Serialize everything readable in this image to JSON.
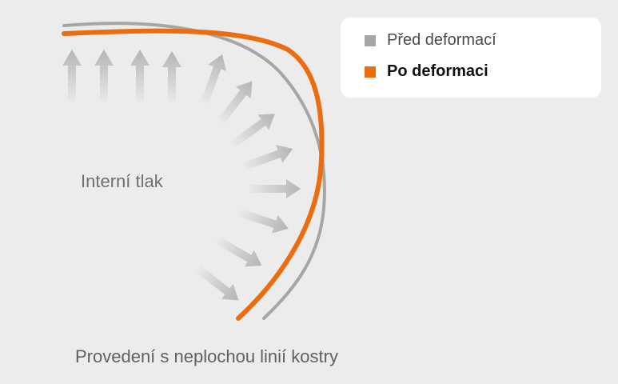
{
  "legend": {
    "before_label": "Před deformací",
    "after_label": "Po deformaci",
    "before_color": "#a6a6a6",
    "after_color": "#ec6c10"
  },
  "labels": {
    "internal_pressure": "Interní tlak",
    "caption": "Provedení s neplochou linií kostry"
  },
  "arrow_color": "#b4b4b4"
}
